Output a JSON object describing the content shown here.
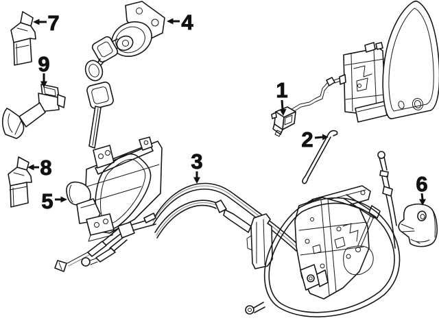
{
  "diagram": {
    "type": "exploded-parts-line-drawing",
    "background_color": "#ffffff",
    "line_color": "#161616",
    "muted_line_color": "#8f8f8f",
    "label_color": "#111111"
  },
  "callouts": [
    {
      "number": "1",
      "part": "wiring-harness-connector"
    },
    {
      "number": "2",
      "part": "lock-rod"
    },
    {
      "number": "3",
      "part": "release-cables"
    },
    {
      "number": "4",
      "part": "lock-cylinder-with-keys"
    },
    {
      "number": "5",
      "part": "inside-handle-assembly"
    },
    {
      "number": "6",
      "part": "striker-plate"
    },
    {
      "number": "7",
      "part": "door-bracket-upper"
    },
    {
      "number": "8",
      "part": "door-bracket-lower"
    },
    {
      "number": "9",
      "part": "door-check-strap"
    }
  ]
}
